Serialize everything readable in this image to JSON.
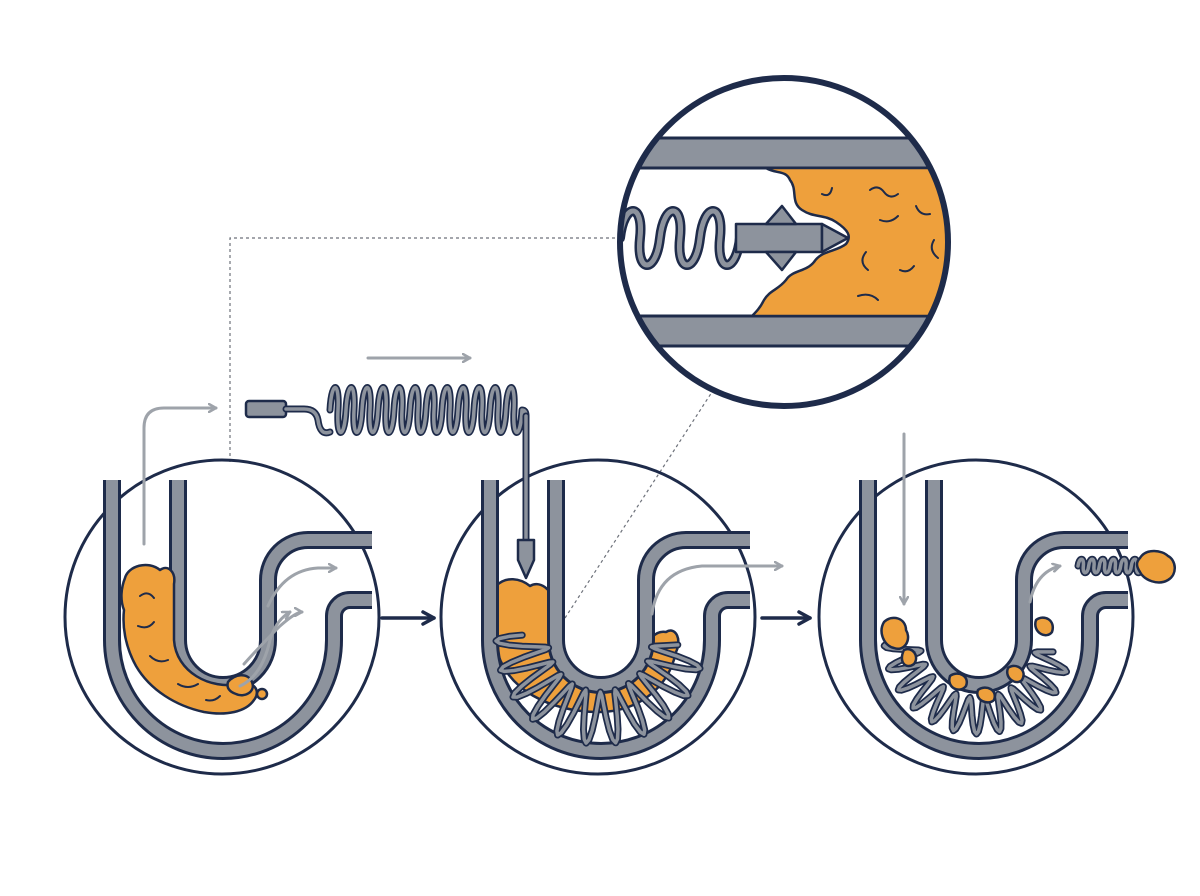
{
  "diagram": {
    "steps": [
      {
        "id": "clogged",
        "state": "clog-in-trap"
      },
      {
        "id": "auger-inserted",
        "state": "auger-coiled-in-clog"
      },
      {
        "id": "clog-removed",
        "state": "debris-pulled-out"
      }
    ],
    "detail_view": {
      "subject": "auger-tip-piercing-clog"
    },
    "colors": {
      "outline": "#1e2b4a",
      "pipe": "#8d939d",
      "clog": "#eea03c",
      "flow_arrow": "#9ea3aa",
      "background": "#ffffff"
    },
    "icons": [
      "p-trap-pipe",
      "drain-auger",
      "clog",
      "flow-arrow",
      "step-arrow",
      "magnifier-callout"
    ]
  }
}
